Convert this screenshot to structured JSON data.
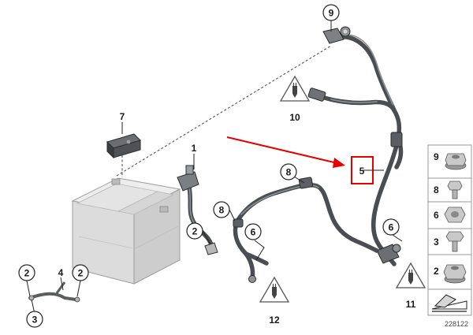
{
  "callouts": {
    "c1": "1",
    "c2a": "2",
    "c2b": "2",
    "c2c": "2",
    "c3": "3",
    "c4": "4",
    "c5": "5",
    "c6a": "6",
    "c6b": "6",
    "c7": "7",
    "c8a": "8",
    "c8b": "8",
    "c9": "9",
    "c10": "10",
    "c11": "11",
    "c12": "12"
  },
  "parts_panel": {
    "items": [
      {
        "number": "9",
        "part": "nut-flange-icon"
      },
      {
        "number": "8",
        "part": "bolt-icon"
      },
      {
        "number": "6",
        "part": "nut-icon"
      },
      {
        "number": "3",
        "part": "screw-icon"
      },
      {
        "number": "2",
        "part": "collar-nut-icon"
      }
    ]
  },
  "diagram_id": "228122",
  "colors": {
    "highlight": "#e60000",
    "cable": "#4a4d52",
    "battery": "#d8d8d8"
  }
}
